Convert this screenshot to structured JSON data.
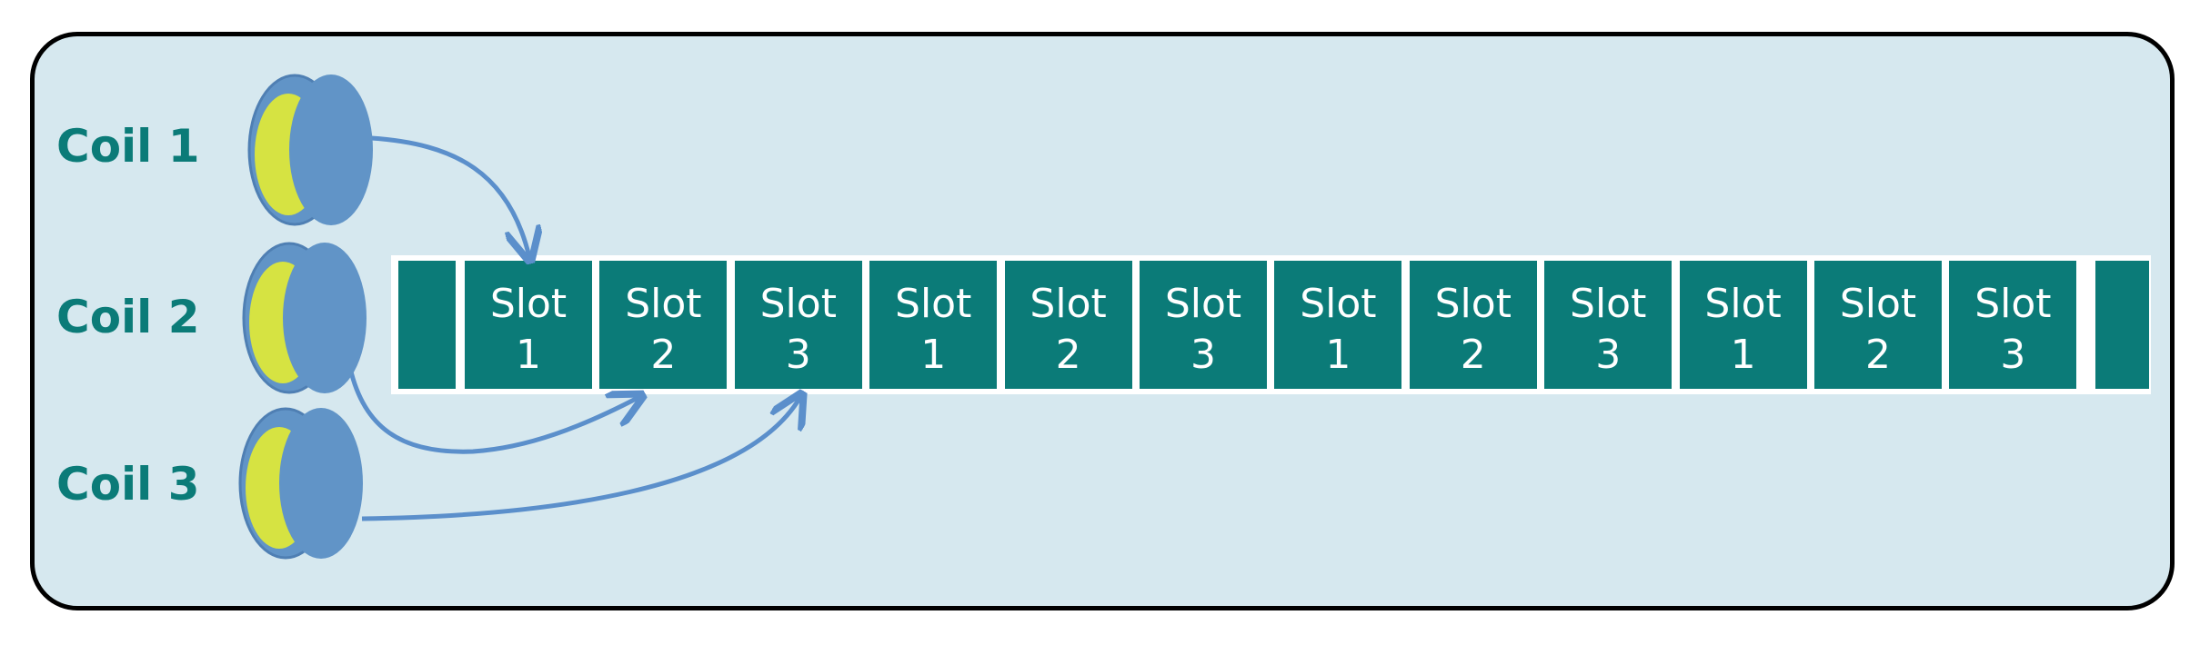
{
  "coils": [
    {
      "label": "Coil 1",
      "target_slot": "1"
    },
    {
      "label": "Coil 2",
      "target_slot": "2"
    },
    {
      "label": "Coil 3",
      "target_slot": "3"
    }
  ],
  "slot_word": "Slot",
  "slots": [
    "1",
    "2",
    "3",
    "1",
    "2",
    "3",
    "1",
    "2",
    "3",
    "1",
    "2",
    "3"
  ],
  "colors": {
    "panel_fill": "#d6e8ef",
    "panel_border": "#000000",
    "slot_fill": "#0b7b78",
    "label_color": "#0b7b78",
    "coil_fill": "#6194c7",
    "coil_inner": "#d6e342",
    "arrow": "#5b8fcb"
  }
}
